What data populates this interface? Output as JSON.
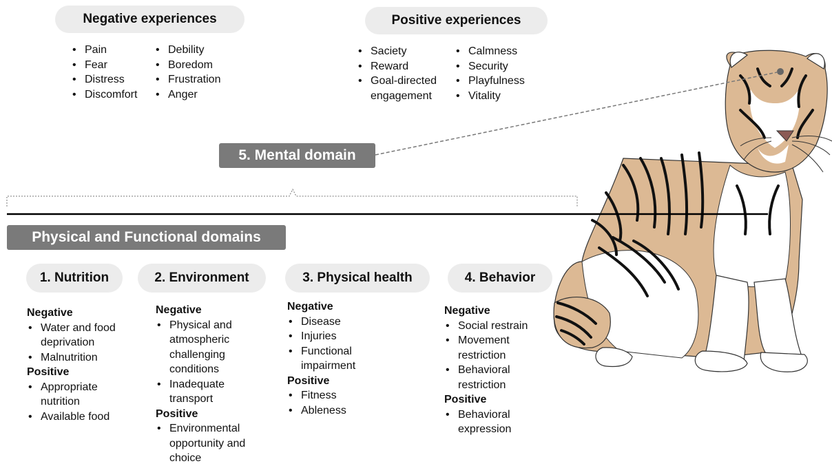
{
  "mental": {
    "negative_title": "Negative experiences",
    "negative_col1": [
      "Pain",
      "Fear",
      "Distress",
      "Discomfort"
    ],
    "negative_col2": [
      "Debility",
      "Boredom",
      "Frustration",
      "Anger"
    ],
    "positive_title": "Positive experiences",
    "positive_col1": [
      "Saciety",
      "Reward",
      "Goal-directed engagement"
    ],
    "positive_col2": [
      "Calmness",
      "Security",
      "Playfulness",
      "Vitality"
    ],
    "domain_label": "5. Mental domain"
  },
  "physical_label": "Physical and Functional domains",
  "domains": [
    {
      "title": "1. Nutrition",
      "negative_heading": "Negative",
      "negative": [
        "Water and food deprivation",
        "Malnutrition"
      ],
      "positive_heading": "Positive",
      "positive": [
        "Appropriate nutrition",
        "Available food"
      ]
    },
    {
      "title": "2. Environment",
      "negative_heading": "Negative",
      "negative": [
        "Physical and atmospheric challenging conditions",
        "Inadequate transport"
      ],
      "positive_heading": "Positive",
      "positive": [
        "Environmental opportunity and choice"
      ]
    },
    {
      "title": "3. Physical health",
      "negative_heading": "Negative",
      "negative": [
        "Disease",
        "Injuries",
        "Functional impairment"
      ],
      "positive_heading": "Positive",
      "positive": [
        "Fitness",
        "Ableness"
      ]
    },
    {
      "title": "4. Behavior",
      "negative_heading": "Negative",
      "negative": [
        "Social restrain",
        "Movement restriction",
        "Behavioral restriction"
      ],
      "positive_heading": "Positive",
      "positive": [
        "Behavioral expression"
      ]
    }
  ],
  "colors": {
    "tiger_fur": "#dcb994",
    "stripe": "#111111",
    "pill_bg": "#ececec",
    "label_bg": "#7a7a7a"
  }
}
